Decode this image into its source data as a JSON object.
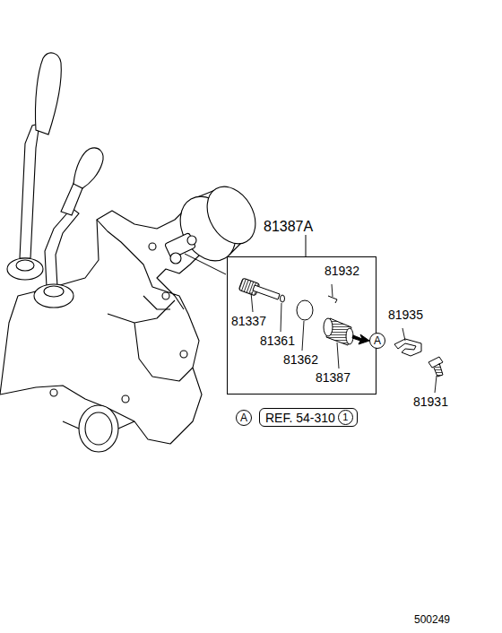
{
  "diagram": {
    "nodes": [
      {
        "text": [
          "81387A"
        ]
      },
      {
        "text": [
          "A"
        ]
      },
      {
        "text": [
          "A"
        ]
      },
      {
        "text": [
          "REF. 54-310"
        ]
      },
      {
        "text": [
          "1"
        ],
        "in": 3
      }
    ],
    "labels": [
      "81932",
      "81337",
      "81361",
      "81362",
      "81387",
      "81935",
      "81931",
      "500249"
    ]
  }
}
